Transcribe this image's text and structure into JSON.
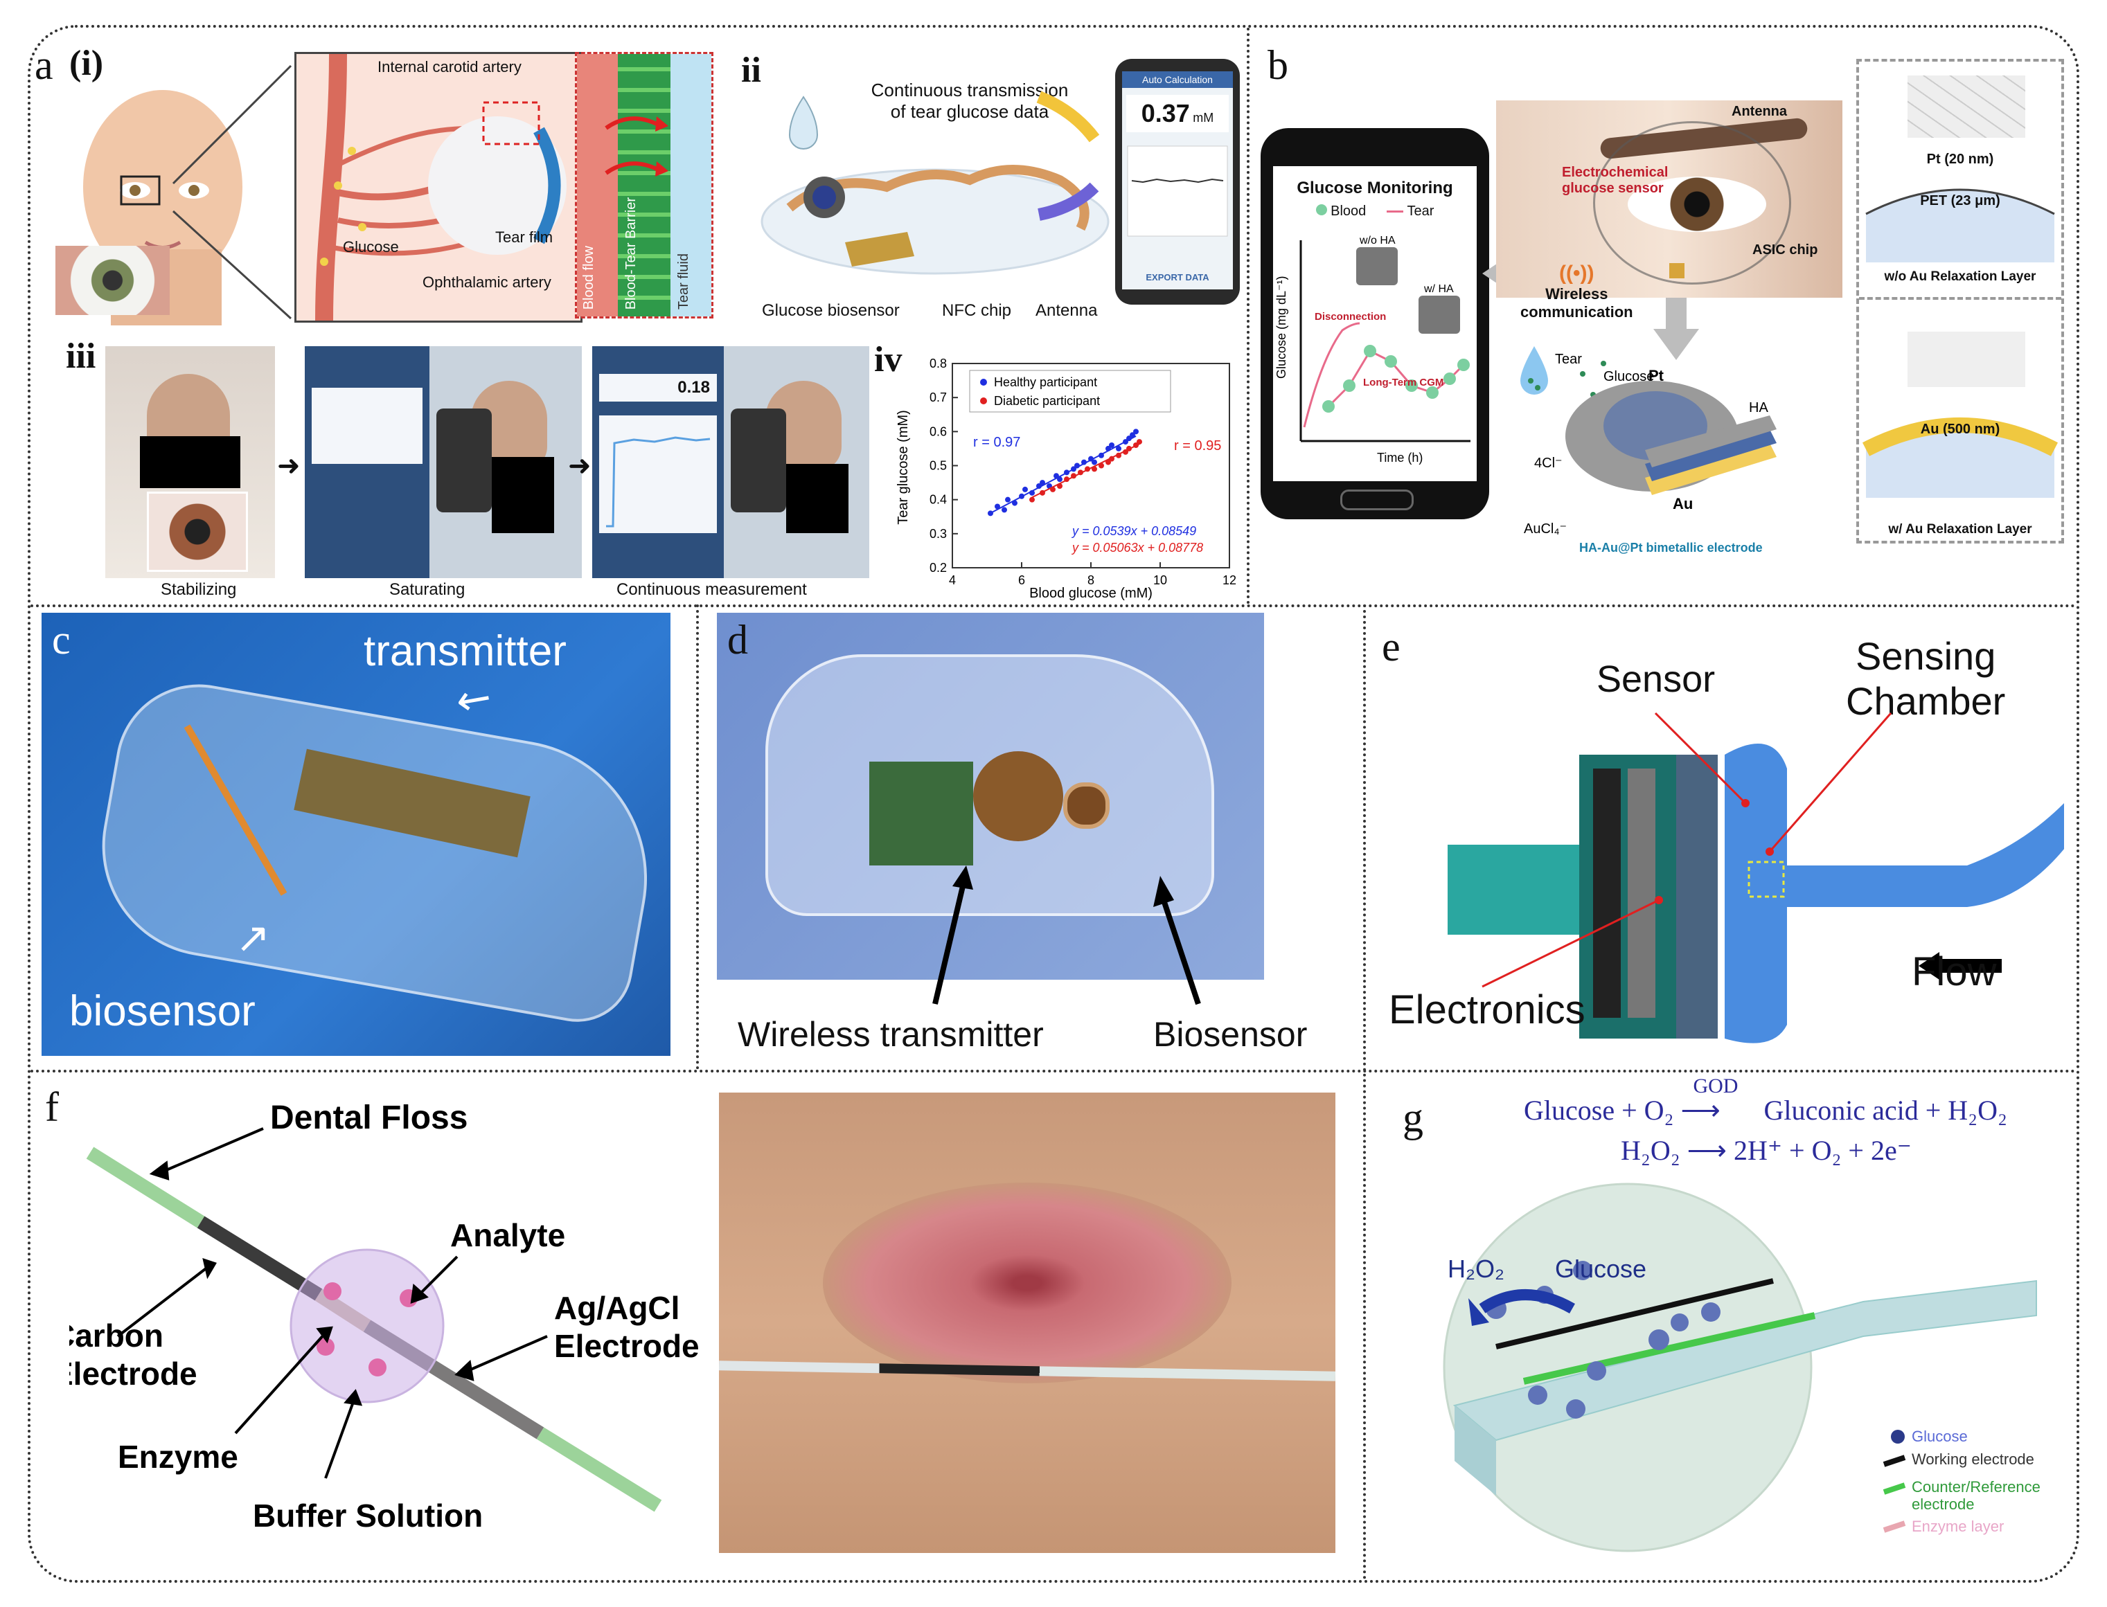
{
  "panels": {
    "a": {
      "label": "a",
      "i": {
        "label": "(i)",
        "internal_carotid": "Internal carotid artery",
        "glucose": "Glucose",
        "tear_film": "Tear film",
        "ophthalamic": "Ophthalamic artery",
        "blood_flow": "Blood flow",
        "barrier": "Blood-Tear Barrier",
        "tear_fluid": "Tear fluid"
      },
      "ii": {
        "label": "ii",
        "title_l1": "Continuous transmission",
        "title_l2": "of tear glucose data",
        "glucose_biosensor": "Glucose biosensor",
        "nfc_chip": "NFC chip",
        "antenna": "Antenna",
        "phone_header": "Auto Calculation",
        "phone_value": "0.37",
        "phone_unit": "mM",
        "phone_button": "EXPORT DATA"
      },
      "iii": {
        "label": "iii",
        "stabilizing": "Stabilizing",
        "saturating": "Saturating",
        "continuous": "Continuous measurement",
        "screen_value": "0.18"
      },
      "iv": {
        "label": "iv",
        "legend_healthy": "Healthy participant",
        "legend_diabetic": "Diabetic participant",
        "r_healthy": "r = 0.97",
        "r_diabetic": "r = 0.95",
        "eq_healthy": "y = 0.0539x + 0.08549",
        "eq_diabetic": "y = 0.05063x + 0.08778",
        "xlabel": "Blood glucose (mM)",
        "ylabel": "Tear glucose (mM)"
      }
    },
    "b": {
      "label": "b",
      "phone_title": "Glucose Monitoring",
      "legend_blood": "Blood",
      "legend_tear": "Tear",
      "wo_ha": "w/o HA",
      "w_ha": "w/ HA",
      "disconnection": "Disconnection",
      "long_term": "Long-Term CGM",
      "ylabel": "Glucose (mg dL⁻¹)",
      "xlabel": "Time (h)",
      "wireless_l1": "Wireless",
      "wireless_l2": "communication",
      "antenna": "Antenna",
      "electro_l1": "Electrochemical",
      "electro_l2": "glucose sensor",
      "asic": "ASIC chip",
      "tear": "Tear",
      "glucose": "Glucose",
      "pt": "Pt",
      "ha": "HA",
      "au": "Au",
      "cl": "4Cl⁻",
      "aucl": "AuCl₄⁻",
      "electrode": "HA-Au@Pt bimetallic electrode",
      "pt_film": "Pt (20 nm)",
      "pet": "PET (23 μm)",
      "wo_layer": "w/o Au Relaxation Layer",
      "au_film": "Au (500 nm)",
      "w_layer": "w/ Au Relaxation Layer"
    },
    "c": {
      "label": "c",
      "transmitter": "transmitter",
      "biosensor": "biosensor"
    },
    "d": {
      "label": "d",
      "wireless": "Wireless transmitter",
      "biosensor": "Biosensor"
    },
    "e": {
      "label": "e",
      "sensor": "Sensor",
      "chamber_l1": "Sensing",
      "chamber_l2": "Chamber",
      "electronics": "Electronics",
      "flow": "Flow"
    },
    "f": {
      "label": "f",
      "dental_floss": "Dental Floss",
      "analyte": "Analyte",
      "carbon_l1": "Carbon",
      "carbon_l2": "Electrode",
      "agcl_l1": "Ag/AgCl",
      "agcl_l2": "Electrode",
      "enzyme": "Enzyme",
      "buffer": "Buffer Solution"
    },
    "g": {
      "label": "g",
      "eq1_left": "Glucose + O₂",
      "eq1_over": "GOD",
      "eq1_right": "Gluconic acid + H₂O₂",
      "eq2_left": "H₂O₂",
      "eq2_right": "2H⁺ + O₂ + 2e⁻",
      "h2o2": "H₂O₂",
      "glucose": "Glucose",
      "legend_glucose": "Glucose",
      "legend_working": "Working electrode",
      "legend_counter_l1": "Counter/Reference",
      "legend_counter_l2": "electrode",
      "legend_enzyme": "Enzyme layer"
    }
  },
  "chart_data": {
    "type": "scatter",
    "title": "",
    "xlabel": "Blood glucose (mM)",
    "ylabel": "Tear glucose (mM)",
    "xlim": [
      4,
      12
    ],
    "ylim": [
      0.2,
      0.8
    ],
    "xticks": [
      4,
      6,
      8,
      10,
      12
    ],
    "yticks": [
      0.2,
      0.3,
      0.4,
      0.5,
      0.6,
      0.7,
      0.8
    ],
    "series": [
      {
        "name": "Healthy participant",
        "color": "#1f2fe0",
        "slope": 0.0539,
        "intercept": 0.08549,
        "x": [
          5.1,
          5.3,
          5.5,
          5.6,
          5.8,
          6.0,
          6.1,
          6.3,
          6.5,
          6.6,
          6.8,
          7.0,
          7.1,
          7.3,
          7.5,
          7.6,
          7.8,
          8.0,
          8.1,
          8.3,
          8.5,
          8.6,
          8.8,
          9.0,
          9.1,
          9.2,
          9.3
        ],
        "y": [
          0.36,
          0.38,
          0.37,
          0.4,
          0.39,
          0.41,
          0.43,
          0.42,
          0.44,
          0.45,
          0.44,
          0.47,
          0.46,
          0.48,
          0.49,
          0.5,
          0.51,
          0.52,
          0.51,
          0.53,
          0.55,
          0.56,
          0.55,
          0.57,
          0.58,
          0.59,
          0.6
        ]
      },
      {
        "name": "Diabetic participant",
        "color": "#e02020",
        "slope": 0.05063,
        "intercept": 0.08778,
        "x": [
          6.3,
          6.6,
          6.9,
          7.1,
          7.3,
          7.5,
          7.7,
          7.9,
          8.1,
          8.3,
          8.5,
          8.6,
          8.8,
          9.0,
          9.1,
          9.3,
          9.4
        ],
        "y": [
          0.4,
          0.42,
          0.43,
          0.44,
          0.46,
          0.47,
          0.48,
          0.49,
          0.49,
          0.5,
          0.51,
          0.52,
          0.53,
          0.54,
          0.55,
          0.56,
          0.57
        ]
      }
    ],
    "annotations": [
      "r = 0.97",
      "r = 0.95",
      "y = 0.0539x + 0.08549",
      "y = 0.05063x + 0.08778"
    ]
  }
}
